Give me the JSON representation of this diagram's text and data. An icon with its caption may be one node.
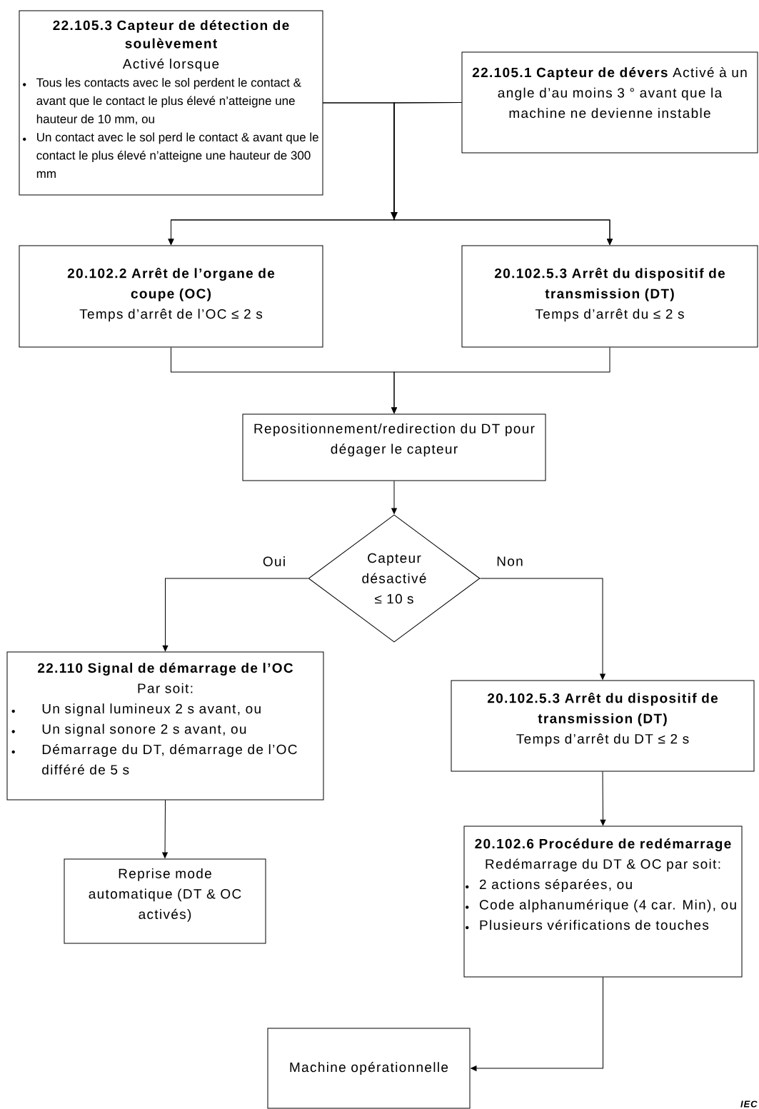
{
  "diagram": {
    "nodes": [
      {
        "text": [
          "22.105.3 Capteur de détection de soulèvement",
          "Activé lorsque",
          "Tous les contacts avec le sol perdent le contact & avant que le contact le plus élevé n’atteigne une hauteur de 10 mm, ou",
          "Un contact avec le sol perd le contact & avant que le contact le plus élevé n’atteigne une hauteur de 300 mm"
        ]
      },
      {
        "text": [
          "22.105.1 Capteur de dévers",
          "Activé à un angle d’au moins 3 ° avant que la machine ne devienne instable"
        ]
      },
      {
        "text": [
          "20.102.2 Arrêt de l’organe de coupe (OC)",
          "Temps d’arrêt de l’OC ≤ 2 s"
        ]
      },
      {
        "text": [
          "20.102.5.3 Arrêt du dispositif de transmission (DT)",
          "Temps d’arrêt du ≤ 2 s"
        ]
      },
      {
        "text": [
          "Repositionnement/redirection du DT pour dégager le capteur"
        ]
      },
      {
        "text": [
          "Capteur désactivé ≤ 10 s"
        ]
      },
      {
        "text": [
          "22.110 Signal de démarrage de l’OC",
          "Par soit:",
          "Un signal lumineux 2 s avant, ou",
          "Un signal sonore 2 s avant, ou",
          "Démarrage du DT, démarrage de l’OC différé de 5 s"
        ]
      },
      {
        "text": [
          "20.102.5.3 Arrêt du dispositif de transmission (DT)",
          "Temps d’arrêt du DT ≤ 2 s"
        ]
      },
      {
        "text": [
          "Reprise mode automatique (DT & OC activés)"
        ]
      },
      {
        "text": [
          "20.102.6 Procédure de redémarrage",
          "Redémarrage du DT & OC par soit:",
          "2 actions séparées, ou",
          "Code alphanumérique (4 car. Min), ou",
          "Plusieurs vérifications de touches"
        ]
      },
      {
        "text": [
          "Machine opérationnelle"
        ]
      }
    ],
    "edges": [
      {
        "from": 0,
        "to": 2,
        "arrow": "to"
      },
      {
        "from": 0,
        "to": 3,
        "arrow": "to"
      },
      {
        "from": 1,
        "to": 2,
        "arrow": "to"
      },
      {
        "from": 1,
        "to": 3,
        "arrow": "to"
      },
      {
        "from": 2,
        "to": 4,
        "arrow": "to"
      },
      {
        "from": 3,
        "to": 4,
        "arrow": "to"
      },
      {
        "from": 4,
        "to": 5,
        "arrow": "to"
      },
      {
        "from": 5,
        "to": 6,
        "arrow": "to",
        "label": "Oui"
      },
      {
        "from": 5,
        "to": 7,
        "arrow": "to",
        "label": "Non"
      },
      {
        "from": 6,
        "to": 8,
        "arrow": "to"
      },
      {
        "from": 7,
        "to": 9,
        "arrow": "to"
      },
      {
        "from": 9,
        "to": 10,
        "arrow": "to"
      }
    ],
    "labels": [
      "IEC"
    ]
  }
}
